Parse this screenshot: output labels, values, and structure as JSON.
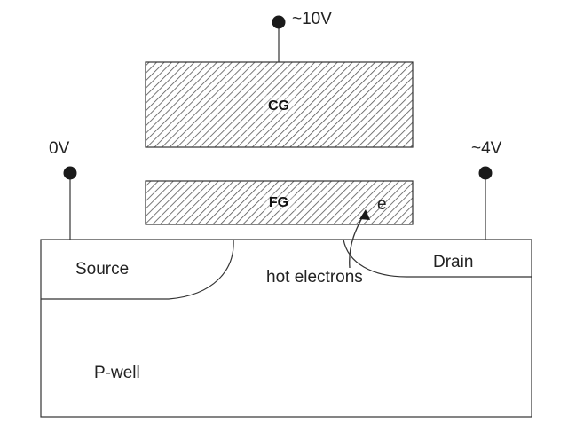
{
  "terminals": {
    "control_gate_voltage": "~10V",
    "source_voltage": "0V",
    "drain_voltage": "~4V"
  },
  "gates": {
    "control_gate": "CG",
    "floating_gate": "FG"
  },
  "regions": {
    "source": "Source",
    "drain": "Drain",
    "p_well": "P-well"
  },
  "annotations": {
    "electron": "e",
    "hot_electrons": "hot electrons"
  }
}
